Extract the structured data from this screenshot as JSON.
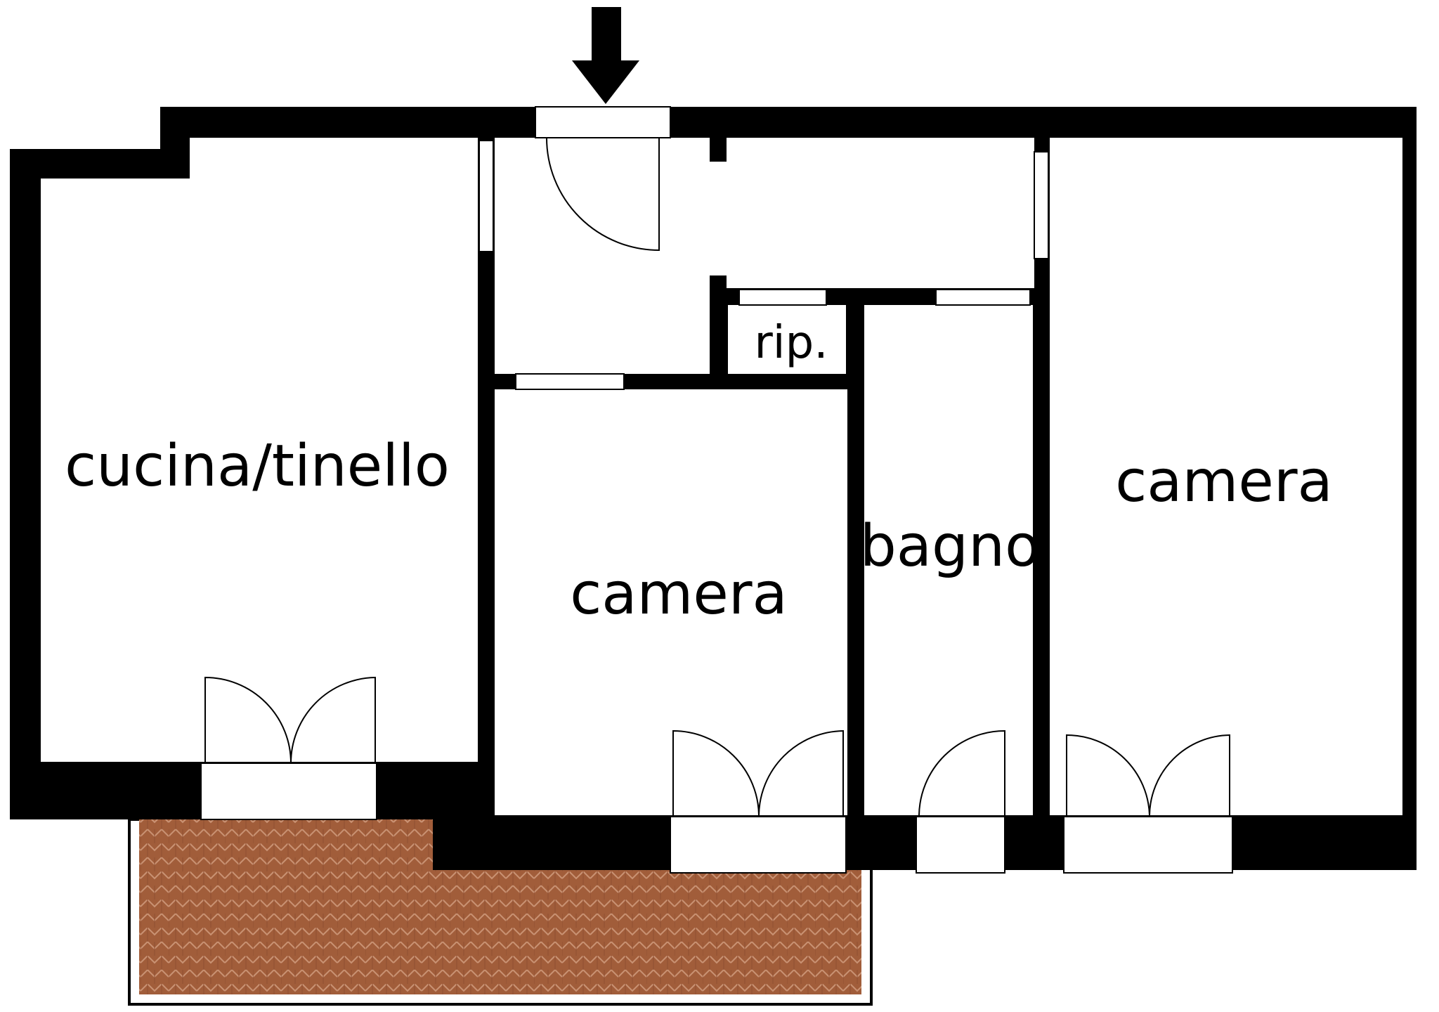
{
  "rooms": {
    "kitchen": "cucina/tinello",
    "bedroom_center": "camera",
    "bathroom": "bagno",
    "bedroom_right": "camera",
    "storage": "rip."
  },
  "icons": {
    "entrance": "entrance-arrow-icon"
  },
  "colors": {
    "wall": "#000000",
    "terrace": "#a35f3a",
    "terrace_pattern": "#c98d6a"
  }
}
